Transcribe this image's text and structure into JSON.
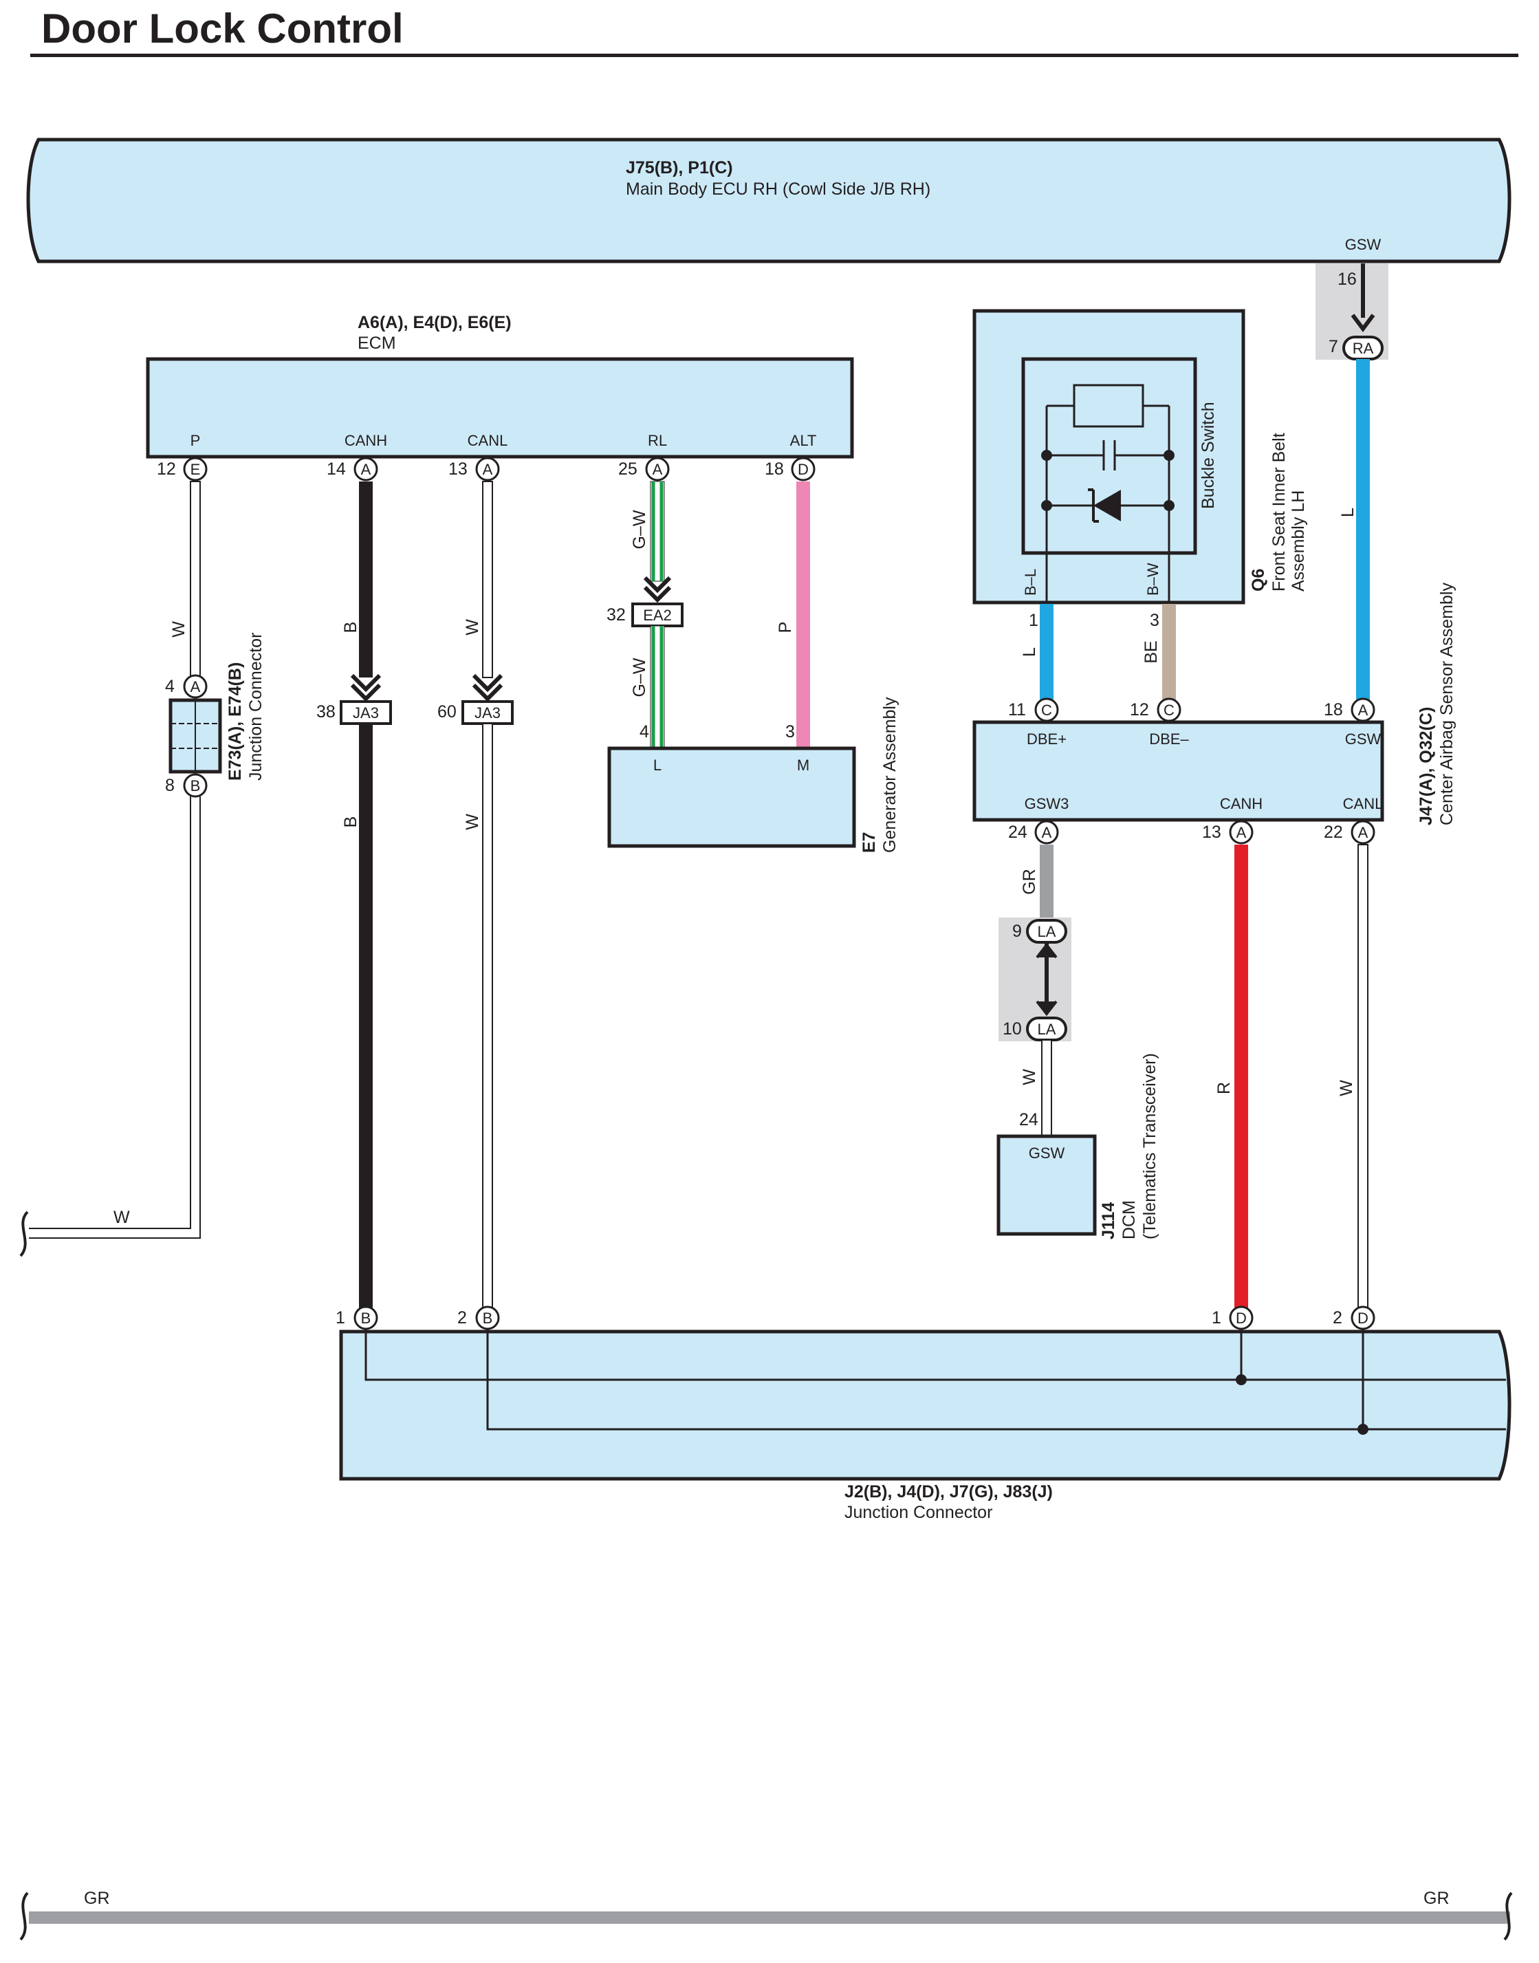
{
  "title": "Door Lock Control",
  "components": {
    "main_body_ecu": {
      "code": "J75(B), P1(C)",
      "name": "Main Body ECU RH (Cowl Side J/B RH)",
      "terminal": "GSW",
      "pin": "16"
    },
    "ecm": {
      "code": "A6(A), E4(D), E6(E)",
      "name": "ECM",
      "terminals": [
        "P",
        "CANH",
        "CANL",
        "RL",
        "ALT"
      ],
      "pins": [
        {
          "num": "12",
          "conn": "E"
        },
        {
          "num": "14",
          "conn": "A"
        },
        {
          "num": "13",
          "conn": "A"
        },
        {
          "num": "25",
          "conn": "A"
        },
        {
          "num": "18",
          "conn": "D"
        }
      ]
    },
    "junction_e73": {
      "code": "E73(A), E74(B)",
      "name": "Junction Connector",
      "pin_top": {
        "num": "4",
        "conn": "A"
      },
      "pin_bottom": {
        "num": "8",
        "conn": "B"
      }
    },
    "generator": {
      "code": "E7",
      "name": "Generator Assembly",
      "terminals": [
        "L",
        "M"
      ],
      "pins": [
        "4",
        "3"
      ]
    },
    "seat_belt": {
      "code": "Q6",
      "name_line1": "Front Seat Inner Belt",
      "name_line2": "Assembly LH",
      "switch_label": "Buckle Switch",
      "terminals": [
        "B–L",
        "B–W"
      ],
      "pins": [
        "1",
        "3"
      ]
    },
    "airbag_sensor": {
      "code": "J47(A), Q32(C)",
      "name": "Center Airbag Sensor Assembly",
      "top_terminals": [
        "DBE+",
        "DBE–",
        "GSW"
      ],
      "top_pins": [
        {
          "num": "11",
          "conn": "C"
        },
        {
          "num": "12",
          "conn": "C"
        },
        {
          "num": "18",
          "conn": "A"
        }
      ],
      "bottom_terminals": [
        "GSW3",
        "CANH",
        "CANL"
      ],
      "bottom_pins": [
        {
          "num": "24",
          "conn": "A"
        },
        {
          "num": "13",
          "conn": "A"
        },
        {
          "num": "22",
          "conn": "A"
        }
      ]
    },
    "dcm": {
      "code": "J114",
      "name": "DCM",
      "name2": "(Telematics Transceiver)",
      "terminal": "GSW",
      "pin": "24"
    },
    "junction_j2": {
      "code": "J2(B), J4(D), J7(G), J83(J)",
      "name": "Junction Connector",
      "pins": [
        {
          "num": "1",
          "conn": "B"
        },
        {
          "num": "2",
          "conn": "B"
        },
        {
          "num": "1",
          "conn": "D"
        },
        {
          "num": "2",
          "conn": "D"
        }
      ]
    }
  },
  "connectors": {
    "ja3_left": {
      "num": "38",
      "code": "JA3"
    },
    "ja3_right": {
      "num": "60",
      "code": "JA3"
    },
    "ea2": {
      "num": "32",
      "code": "EA2"
    },
    "ra": {
      "num": "7",
      "code": "RA"
    },
    "la_top": {
      "num": "9",
      "code": "LA"
    },
    "la_bottom": {
      "num": "10",
      "code": "LA"
    }
  },
  "wires": {
    "w_p": "W",
    "w_e73_out": "W",
    "w_canh": "B",
    "w_canh_lower": "B",
    "w_canl": "W",
    "w_canl_lower": "W",
    "w_rl_upper": "G–W",
    "w_rl_lower": "G–W",
    "w_alt": "P",
    "w_bl": "L",
    "w_bw": "BE",
    "w_gsw": "L",
    "w_gsw3": "GR",
    "w_dcm": "W",
    "w_air_canh": "R",
    "w_air_canl": "W",
    "w_bottom_left": "GR",
    "w_bottom_right": "GR"
  },
  "colors": {
    "box_fill": "#cce9f7",
    "wire_black": "#231f20",
    "wire_white": "#ffffff",
    "wire_green": "#1c9d4b",
    "wire_pink": "#ee87b4",
    "wire_blue": "#20a6e0",
    "wire_beige": "#c0ad9b",
    "wire_gray": "#9d9fa2",
    "wire_red": "#e31e26"
  }
}
